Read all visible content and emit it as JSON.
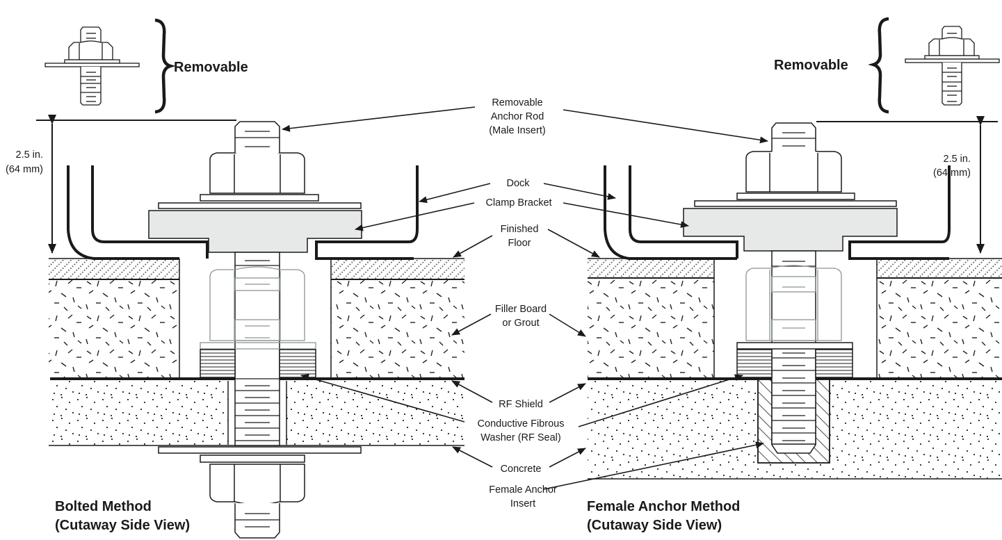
{
  "diagram": {
    "removable_left": "Removable",
    "removable_right": "Removable",
    "dimension_left": [
      "2.5 in.",
      "(64 mm)"
    ],
    "dimension_right": [
      "2.5 in.",
      "(64 mm)"
    ],
    "callouts": {
      "anchor_rod": [
        "Removable",
        "Anchor Rod",
        "(Male Insert)"
      ],
      "dock": "Dock",
      "clamp_bracket": "Clamp Bracket",
      "finished_floor": [
        "Finished",
        "Floor"
      ],
      "filler_board": [
        "Filler Board",
        "or Grout"
      ],
      "rf_shield": "RF Shield",
      "washer": [
        "Conductive Fibrous",
        "Washer (RF Seal)"
      ],
      "concrete": "Concrete",
      "female_anchor": [
        "Female Anchor",
        "Insert"
      ]
    },
    "titles": {
      "left": [
        "Bolted Method",
        "(Cutaway Side View)"
      ],
      "right": [
        "Female Anchor Method",
        "(Cutaway Side View)"
      ]
    },
    "colors": {
      "line": "#1a1a1a",
      "bracket_fill": "#e6e9e8",
      "ghost": "#8a9590"
    }
  }
}
